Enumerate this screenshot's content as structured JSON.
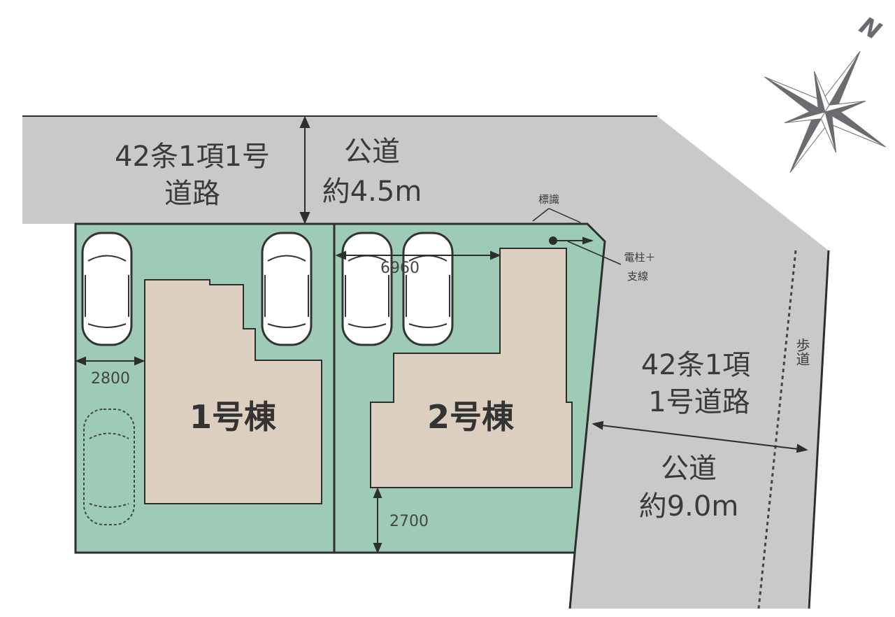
{
  "roads": {
    "north": {
      "type_label": "42条1項1号",
      "type_label2": "道路",
      "kind": "公道",
      "width": "約4.5m"
    },
    "east": {
      "type_label": "42条1項",
      "type_label2": "1号道路",
      "kind": "公道",
      "width": "約9.0m",
      "sidewalk": "歩道"
    }
  },
  "buildings": [
    {
      "label": "1号棟"
    },
    {
      "label": "2号棟"
    }
  ],
  "dimensions": {
    "parking_width": "2800",
    "frontage": "6960",
    "setback": "2700"
  },
  "annotations": {
    "sign": "標識",
    "pole_line1": "電柱＋",
    "pole_line2": "支線"
  },
  "compass": {
    "north": "N"
  },
  "colors": {
    "road": "#c9c9c9",
    "lot": "#9dcbb6",
    "building": "#dccfbf",
    "line": "#2e2e2e"
  }
}
